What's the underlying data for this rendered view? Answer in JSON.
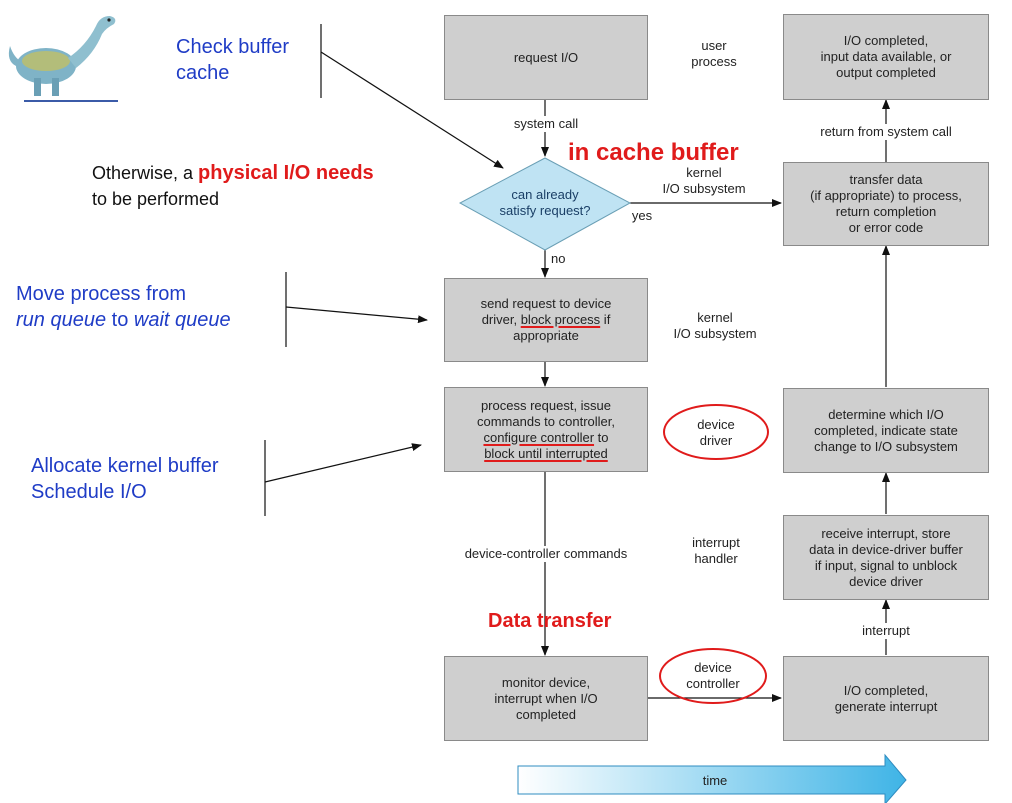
{
  "notes": {
    "check_buffer": [
      "Check buffer",
      "cache"
    ],
    "otherwise_prefix": "Otherwise, a ",
    "otherwise_bold": "physical I/O needs",
    "otherwise_suffix": "to be performed",
    "move_process_line1": "Move process from",
    "move_process_run": "run queue",
    "move_process_to": " to ",
    "move_process_wait": "wait queue",
    "allocate": [
      "Allocate kernel buffer",
      "Schedule I/O"
    ],
    "in_cache": "in cache buffer",
    "data_transfer": "Data transfer"
  },
  "boxes": {
    "request_io": "request I/O",
    "send_request_1": "send request to device",
    "send_request_2a": "driver, ",
    "send_request_2b": "block process",
    "send_request_2c": " if",
    "send_request_3": "appropriate",
    "process_request_1": "process request, issue",
    "process_request_2": "commands to controller,",
    "process_request_3a": "configure controller",
    "process_request_3b": " to",
    "process_request_4": "block until interrupted",
    "monitor_device": [
      "monitor device,",
      "interrupt when I/O",
      "completed"
    ],
    "io_completed_top": [
      "I/O completed,",
      "input data available, or",
      "output completed"
    ],
    "transfer_data": [
      "transfer data",
      "(if appropriate) to process,",
      "return completion",
      "or error code"
    ],
    "determine": [
      "determine which I/O",
      "completed, indicate state",
      "change to I/O subsystem"
    ],
    "receive_interrupt": [
      "receive interrupt, store",
      "data in device-driver buffer",
      "if input, signal to unblock",
      "device driver"
    ],
    "io_completed_bottom": [
      "I/O completed,",
      "generate interrupt"
    ],
    "decision": [
      "can already",
      "satisfy request?"
    ]
  },
  "labels": {
    "user_process": [
      "user",
      "process"
    ],
    "system_call": "system call",
    "kernel_io_1": [
      "kernel",
      "I/O subsystem"
    ],
    "yes": "yes",
    "no": "no",
    "kernel_io_2": [
      "kernel",
      "I/O subsystem"
    ],
    "device_driver": [
      "device",
      "driver"
    ],
    "interrupt_handler": [
      "interrupt",
      "handler"
    ],
    "device_controller_commands": "device-controller commands",
    "device_controller": [
      "device",
      "controller"
    ],
    "return_from_system_call": "return from system call",
    "interrupt": "interrupt",
    "time": "time"
  },
  "colors": {
    "box_fill": "#cfcfcf",
    "diamond_fill": "#bfe3f3",
    "note_blue": "#1f3cc6",
    "highlight_red": "#e01b1b"
  }
}
